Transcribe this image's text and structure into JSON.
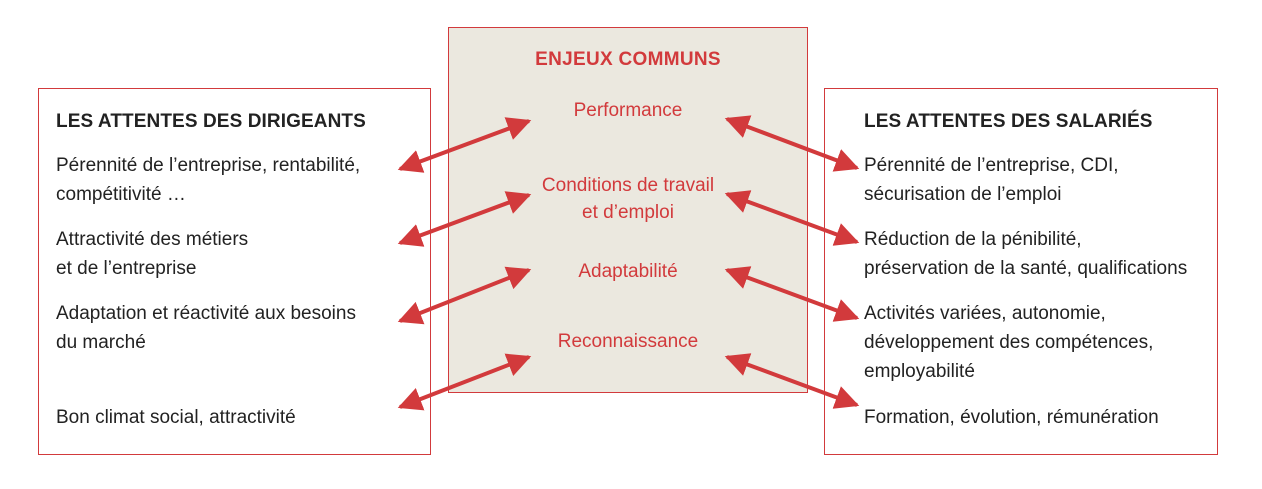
{
  "left": {
    "title": "LES ATTENTES DES DIRIGEANTS",
    "items": [
      {
        "line1": "Pérennité de l’entreprise, rentabilité,",
        "line2": "compétitivité …"
      },
      {
        "line1": "Attractivité des métiers",
        "line2": "et de l’entreprise"
      },
      {
        "line1": "Adaptation et réactivité aux besoins",
        "line2": "du marché"
      },
      {
        "line1": "Bon climat social, attractivité",
        "line2": ""
      }
    ]
  },
  "center": {
    "title": "ENJEUX COMMUNS",
    "items": [
      {
        "line1": "Performance",
        "line2": ""
      },
      {
        "line1": "Conditions de travail",
        "line2": "et d’emploi"
      },
      {
        "line1": "Adaptabilité",
        "line2": ""
      },
      {
        "line1": "Reconnaissance",
        "line2": ""
      }
    ]
  },
  "right": {
    "title": "LES ATTENTES DES SALARIÉS",
    "items": [
      {
        "line1": "Pérennité de l’entreprise, CDI,",
        "line2": "sécurisation de l’emploi",
        "line3": ""
      },
      {
        "line1": "Réduction de la pénibilité,",
        "line2": "préservation de la santé, qualifications",
        "line3": ""
      },
      {
        "line1": "Activités variées, autonomie,",
        "line2": "développement des compétences,",
        "line3": "employabilité"
      },
      {
        "line1": "Formation, évolution, rémunération",
        "line2": "",
        "line3": ""
      }
    ]
  },
  "colors": {
    "accent": "#d23a3c",
    "center_fill": "#ebe8df",
    "text": "#222222"
  }
}
